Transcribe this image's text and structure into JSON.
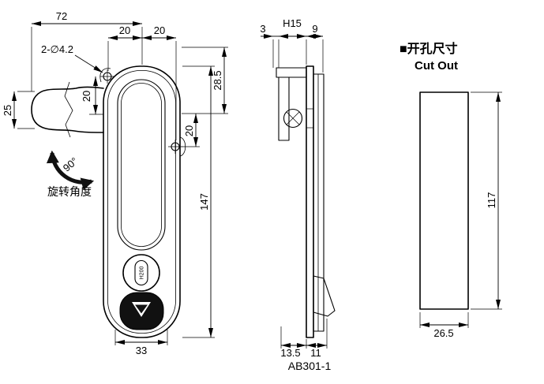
{
  "colors": {
    "ink": "#000000",
    "background": "#ffffff"
  },
  "drawing": {
    "part_number": "AB301-1",
    "front": {
      "dim_72": "72",
      "dim_20a": "20",
      "dim_20b": "20",
      "hole_callout": "2-∅4.2",
      "dim_25": "25",
      "dim_20_vert": "20",
      "dim_28_5": "28.5",
      "dim_20_right": "20",
      "dim_147": "147",
      "dim_33": "33",
      "rotation_angle": "90°",
      "rotation_label": "旋转角度",
      "cylinder_marking": "H200"
    },
    "side": {
      "dim_3": "3",
      "dim_h15": "H15",
      "dim_9": "9",
      "dim_13_5": "13.5",
      "dim_11": "11"
    },
    "cutout": {
      "title_cn": "■开孔尺寸",
      "title_en": "Cut Out",
      "dim_117": "117",
      "dim_26_5": "26.5"
    }
  }
}
